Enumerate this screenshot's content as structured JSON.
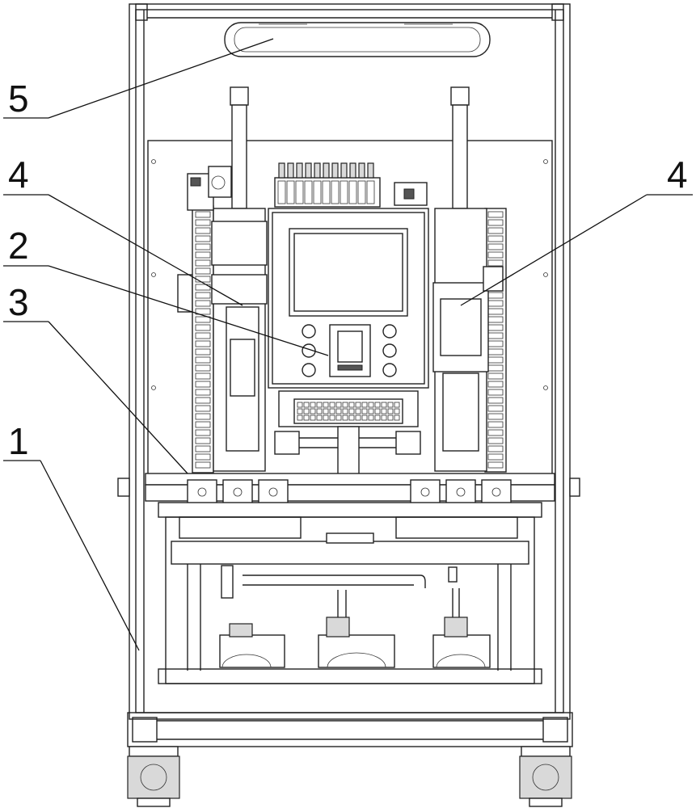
{
  "figure": {
    "callouts": [
      {
        "id": "callout-5",
        "label": "5"
      },
      {
        "id": "callout-4-left",
        "label": "4"
      },
      {
        "id": "callout-4-right",
        "label": "4"
      },
      {
        "id": "callout-2",
        "label": "2"
      },
      {
        "id": "callout-3",
        "label": "3"
      },
      {
        "id": "callout-1",
        "label": "1"
      }
    ]
  }
}
